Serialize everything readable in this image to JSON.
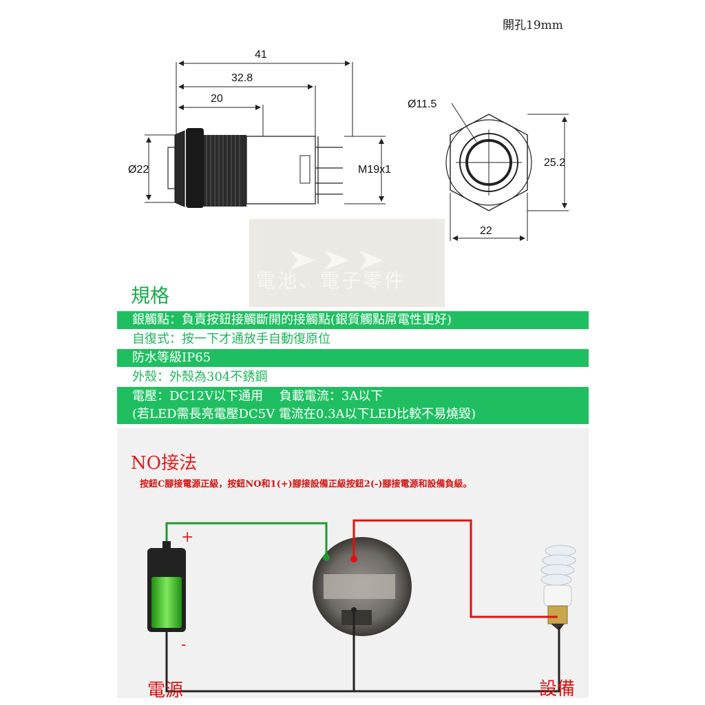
{
  "hole_note": "開孔19mm",
  "dimensions": {
    "len_total": "41",
    "len_mid": "32.8",
    "len_short": "20",
    "dia_head": "Ø22",
    "thread": "M19x1",
    "dia_ring": "Ø11.5",
    "hex_height": "25.2",
    "hex_width": "22"
  },
  "watermark": "電池、電子零件",
  "spec": {
    "title": "規格",
    "rows": [
      "銀觸點：負責按鈕接觸斷開的接觸點(銀質觸點屌電性更好)",
      "自復式：按一下才通放手自動復原位",
      "防水等級IP65",
      "外殼：外殼為304不銹鋼",
      "電壓：DC12V以下通用　 負載電流：3A以下",
      "(若LED需長亮電壓DC5V 電流在0.3A以下LED比較不易燒毀)"
    ]
  },
  "wiring": {
    "title": "NO接法",
    "description": "按鈕C腳接電源正級，按鈕NO和1(+)腳接設備正級按鈕2(-)腳接電源和設備負級。",
    "plus": "+",
    "minus": "-",
    "power_label": "電源",
    "device_label": "設備"
  },
  "colors": {
    "spec_green": "#1fbf61",
    "wire_green": "#1a9a2e",
    "wire_red": "#e01010",
    "label_red": "#d41515"
  }
}
